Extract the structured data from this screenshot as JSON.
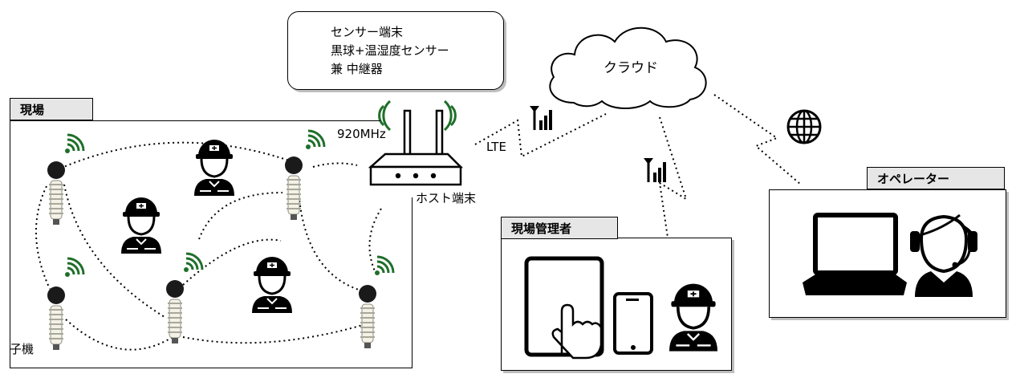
{
  "legend": {
    "line1": "センサー端末",
    "line2": "黒球+温湿度センサー",
    "line3": "兼 中継器"
  },
  "site": {
    "title": "現場",
    "child_label": "子機"
  },
  "host": {
    "freq_label": "920MHz",
    "name": "ホスト端末"
  },
  "network": {
    "lte_label": "LTE",
    "cloud_label": "クラウド"
  },
  "manager": {
    "title": "現場管理者"
  },
  "operator": {
    "title": "オペレーター"
  },
  "icons": {
    "sensor": "sensor-node-icon",
    "worker": "helmet-worker-icon",
    "wifi": "wifi-signal-icon",
    "antenna": "antenna-signal-icon",
    "globe": "globe-icon",
    "tablet": "tablet-touch-icon",
    "phone": "smartphone-icon",
    "laptop": "laptop-icon",
    "headset": "headset-operator-icon"
  },
  "colors": {
    "signal_green": "#1f6f2a",
    "tab_bg": "#e6e6e6",
    "shadow": "#bdbdbd"
  }
}
